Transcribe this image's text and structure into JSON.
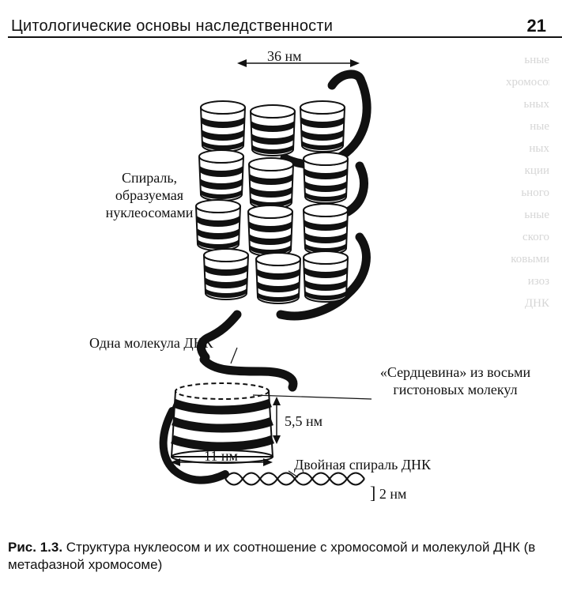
{
  "header": {
    "title": "Цитологические основы наследственности",
    "page_number": "21"
  },
  "figure": {
    "labels": {
      "width_36": "36 нм",
      "spiral_line1": "Спираль,",
      "spiral_line2": "образуемая",
      "spiral_line3": "нуклеосомами",
      "one_molecule": "Одна молекула ДНК",
      "core_line1": "«Сердцевина» из восьми",
      "core_line2": "гистоновых молекул",
      "height_55": "5,5 нм",
      "width_11": "11 нм",
      "double_helix": "Двойная спираль ДНК",
      "width_2": "2 нм"
    }
  },
  "caption": {
    "number": "Рис. 1.3.",
    "text": "Структура нуклеосом и их соотношение с хромосомой и молекулой ДНК (в метафазной хромосоме)"
  },
  "bleed_through_right": [
    "ьные",
    "хромосомы",
    "ьных",
    "ные",
    "ных",
    "кции",
    "ьного",
    "ьные",
    "ского",
    "ковыми",
    "изоз",
    "ДНК"
  ],
  "colors": {
    "ink": "#111111",
    "paper": "#ffffff",
    "bleed": "#d6d6d6"
  }
}
